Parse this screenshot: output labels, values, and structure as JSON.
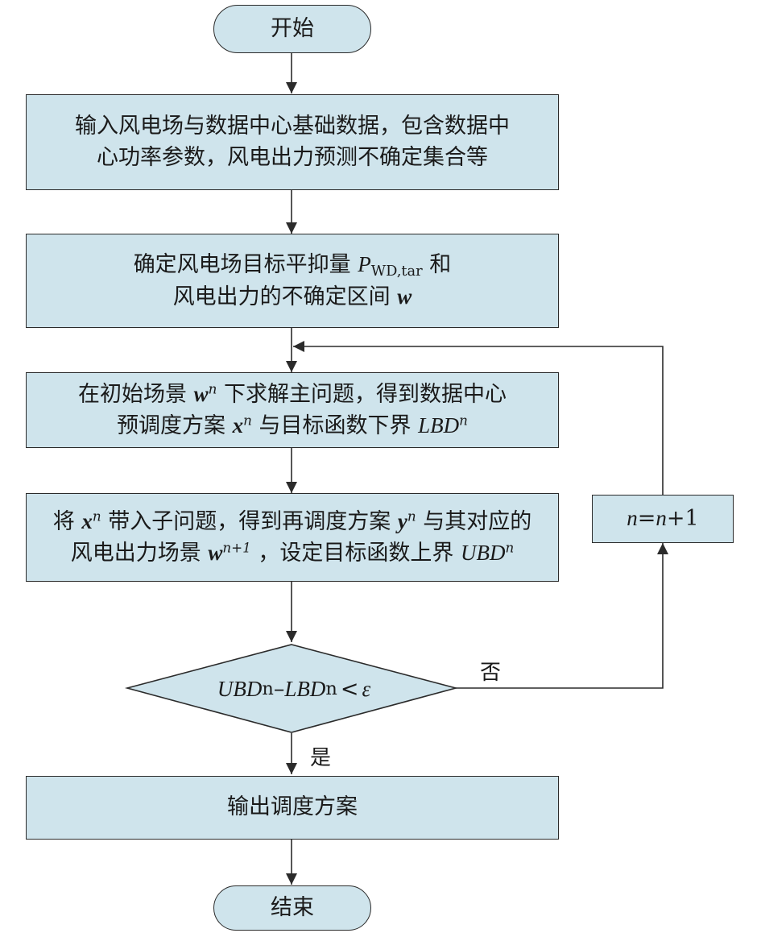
{
  "colors": {
    "node_fill": "#cfe4ec",
    "stroke": "#2b2b2b"
  },
  "start": {
    "label": "开始"
  },
  "input": {
    "line1": "输入风电场与数据中心基础数据，包含数据中",
    "line2": "心功率参数，风电出力预测不确定集合等"
  },
  "target": {
    "line1_prefix": "确定风电场目标平抑量 ",
    "symbol_P": "P",
    "subscript": "WD,tar",
    "line1_suffix": " 和",
    "line2_prefix": "风电出力的不确定区间 ",
    "symbol_w": "w"
  },
  "master": {
    "line1_prefix": "在初始场景 ",
    "symbol_w": "w",
    "sup_n": "n",
    "line1_suffix": " 下求解主问题，得到数据中心",
    "line2_prefix": "预调度方案 ",
    "symbol_x": "x",
    "sup_n2": "n",
    "line2_middle": " 与目标函数下界 ",
    "symbol_LBD": "LBD",
    "sup_n3": "n"
  },
  "sub": {
    "line1_prefix": "将 ",
    "symbol_x": "x",
    "sup_n": "n",
    "line1_middle": " 带入子问题，得到再调度方案 ",
    "symbol_y": "y",
    "sup_n2": "n",
    "line1_suffix": " 与其对应的",
    "line2_prefix": "风电出力场景 ",
    "symbol_w": "w",
    "sup_n1": "n+1",
    "line2_middle": " ，设定目标函数上界 ",
    "symbol_UBD": "UBD",
    "sup_n3": "n"
  },
  "decision": {
    "UBD": "UBD",
    "sup_a": "n",
    "minus": "–",
    "LBD": "LBD",
    "sup_b": "n",
    "lt": "<",
    "eps": "ε"
  },
  "update": {
    "n1": "n",
    "eq": "=",
    "n2": "n",
    "plus_one": "+1"
  },
  "branch_no": "否",
  "branch_yes": "是",
  "output": {
    "label": "输出调度方案"
  },
  "end": {
    "label": "结束"
  }
}
